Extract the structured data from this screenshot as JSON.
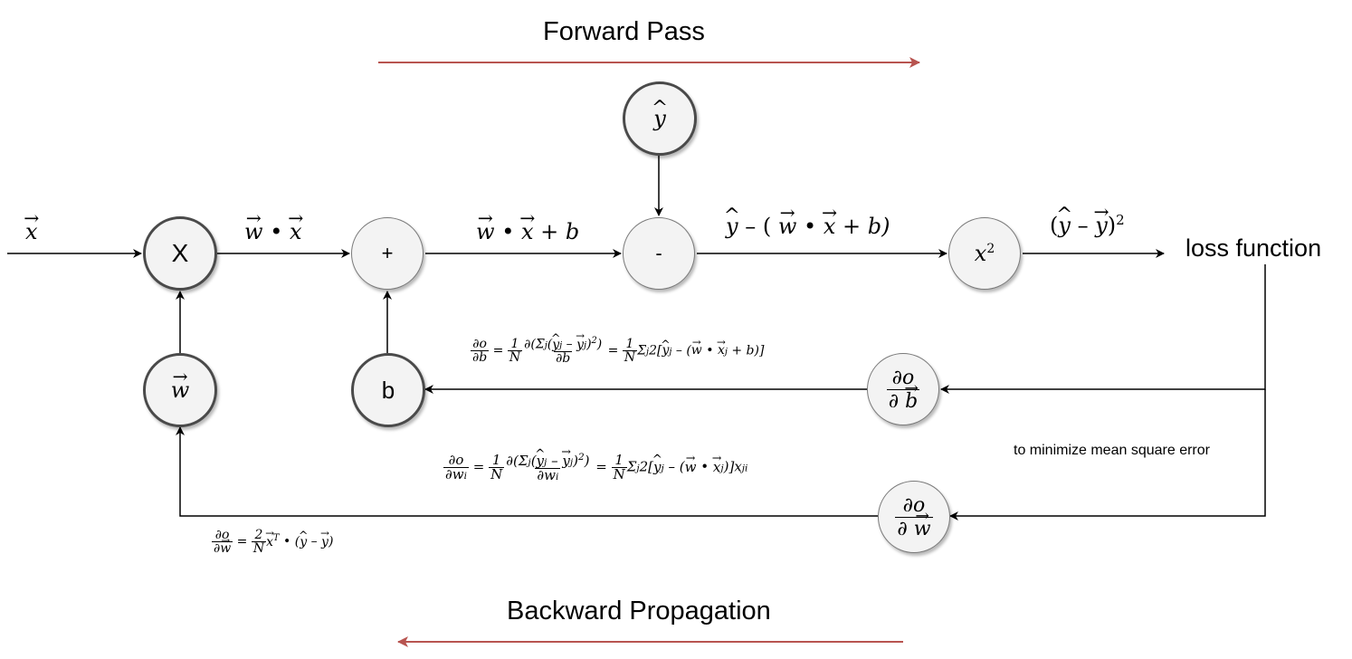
{
  "titles": {
    "forward": "Forward Pass",
    "backward": "Backward Propagation"
  },
  "nodes": {
    "multiply": "X",
    "add": "+",
    "subtract": "-",
    "square_base": "x",
    "square_exp": "2",
    "weight_vec": "w",
    "bias": "b",
    "y_hat": "y",
    "grad_b_num": "∂o",
    "grad_b_den_d": "∂",
    "grad_b_den_var": "b",
    "grad_w_num": "∂o",
    "grad_w_den_d": "∂",
    "grad_w_den_var": "w"
  },
  "edges": {
    "input_x": "x",
    "dot_w": "w",
    "dot_op": "•",
    "dot_x": "x",
    "plus_b": "+ b",
    "residual_y": "y",
    "residual_minus": "– (",
    "residual_close": "+ b)",
    "sq_open": "(",
    "sq_minus": "–",
    "sq_close": ")",
    "sq_exp": "2",
    "loss": "loss function",
    "note": "to minimize mean square error"
  },
  "colors": {
    "forward_arrow": "#b85450",
    "backward_arrow": "#b85450",
    "wire": "#000000",
    "node_fill": "#f3f3f3"
  }
}
